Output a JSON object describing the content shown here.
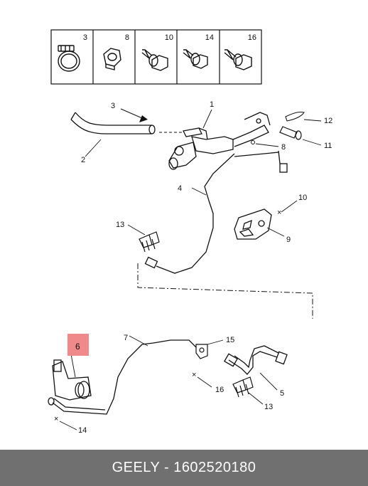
{
  "header_table": [
    "3",
    "8",
    "10",
    "14",
    "16"
  ],
  "callouts": {
    "c1": "1",
    "c2": "2",
    "c3": "3",
    "c4": "4",
    "c5": "5",
    "c6": "6",
    "c7": "7",
    "c8": "8",
    "c9": "9",
    "c10": "10",
    "c11": "11",
    "c12": "12",
    "c13a": "13",
    "c13b": "13",
    "c14": "14",
    "c15": "15",
    "c16": "16"
  },
  "highlight_color": "#f08a8a",
  "footer": {
    "text": "GEELY - 1602520180"
  }
}
